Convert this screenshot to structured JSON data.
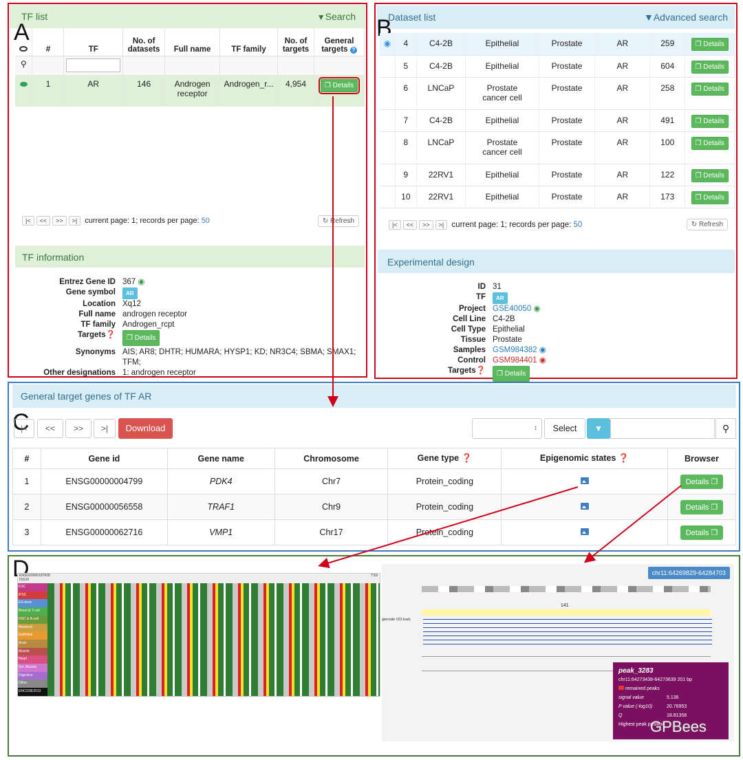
{
  "labels": {
    "a": "A",
    "b": "B",
    "c": "C",
    "d": "D"
  },
  "panelA": {
    "title": "TF list",
    "search": "Search",
    "columns": [
      "#",
      "TF",
      "No. of datasets",
      "Full name",
      "TF family",
      "No. of targets",
      "General targets"
    ],
    "row": {
      "num": "1",
      "tf": "AR",
      "datasets": "146",
      "fullname": "Androgen receptor",
      "family": "Androgen_r...",
      "targets": "4,954",
      "button": "Details"
    },
    "pager": {
      "first": "|<",
      "prev": "<<",
      "next": ">>",
      "last": ">|",
      "text": "current page: 1; records per page:",
      "per": "50",
      "refresh": "Refresh"
    },
    "info_title": "TF information",
    "info": [
      {
        "k": "Entrez Gene ID",
        "v": "367"
      },
      {
        "k": "Gene symbol",
        "v": "AR"
      },
      {
        "k": "Location",
        "v": "Xq12"
      },
      {
        "k": "Full name",
        "v": "androgen receptor"
      },
      {
        "k": "TF family",
        "v": "Androgen_rcpt"
      },
      {
        "k": "Targets",
        "v": "Details"
      },
      {
        "k": "Synonyms",
        "v": "AIS; AR8; DHTR; HUMARA; HYSP1; KD; NR3C4; SBMA; SMAX1; TFM;"
      },
      {
        "k": "Other designations",
        "v": "1: androgen receptor"
      }
    ]
  },
  "panelB": {
    "title": "Dataset list",
    "search": "Advanced search",
    "rows": [
      {
        "id": "4",
        "cell": "C4-2B",
        "type": "Epithelial",
        "tissue": "Prostate",
        "tf": "AR",
        "n": "259",
        "btn": "Details"
      },
      {
        "id": "5",
        "cell": "C4-2B",
        "type": "Epithelial",
        "tissue": "Prostate",
        "tf": "AR",
        "n": "604",
        "btn": "Details"
      },
      {
        "id": "6",
        "cell": "LNCaP",
        "type": "Prostate cancer cell",
        "tissue": "Prostate",
        "tf": "AR",
        "n": "258",
        "btn": "Details"
      },
      {
        "id": "7",
        "cell": "C4-2B",
        "type": "Epithelial",
        "tissue": "Prostate",
        "tf": "AR",
        "n": "491",
        "btn": "Details"
      },
      {
        "id": "8",
        "cell": "LNCaP",
        "type": "Prostate cancer cell",
        "tissue": "Prostate",
        "tf": "AR",
        "n": "100",
        "btn": "Details"
      },
      {
        "id": "9",
        "cell": "22RV1",
        "type": "Epithelial",
        "tissue": "Prostate",
        "tf": "AR",
        "n": "122",
        "btn": "Details"
      },
      {
        "id": "10",
        "cell": "22RV1",
        "type": "Epithelial",
        "tissue": "Prostate",
        "tf": "AR",
        "n": "173",
        "btn": "Details"
      }
    ],
    "pager": {
      "first": "|<",
      "prev": "<<",
      "next": ">>",
      "last": ">|",
      "text": "current page: 1; records per page:",
      "per": "50",
      "refresh": "Refresh"
    },
    "design_title": "Experimental design",
    "design": [
      {
        "k": "ID",
        "v": "31"
      },
      {
        "k": "TF",
        "v": "AR"
      },
      {
        "k": "Project",
        "v": "GSE40050"
      },
      {
        "k": "Cell Line",
        "v": "C4-2B"
      },
      {
        "k": "Cell Type",
        "v": "Epithelial"
      },
      {
        "k": "Tissue",
        "v": "Prostate"
      },
      {
        "k": "Samples",
        "v": "GSM984382"
      },
      {
        "k": "Control",
        "v": "GSM984401"
      },
      {
        "k": "Targets",
        "v": "Details"
      }
    ]
  },
  "panelC": {
    "title": "General target genes of TF AR",
    "toolbar": {
      "first": "|<",
      "prev": "<<",
      "next": ">>",
      "last": ">|",
      "download": "Download",
      "select": "Select"
    },
    "columns": [
      "#",
      "Gene id",
      "Gene name",
      "Chromosome",
      "Gene type",
      "Epigenomic states",
      "Browser"
    ],
    "rows": [
      {
        "n": "1",
        "id": "ENSG00000004799",
        "name": "PDK4",
        "chr": "Chr7",
        "type": "Protein_coding",
        "btn": "Details"
      },
      {
        "n": "2",
        "id": "ENSG00000056558",
        "name": "TRAF1",
        "chr": "Chr9",
        "type": "Protein_coding",
        "btn": "Details"
      },
      {
        "n": "3",
        "id": "ENSG00000062716",
        "name": "VMP1",
        "chr": "Chr17",
        "type": "Protein_coding",
        "btn": "Details"
      }
    ]
  },
  "panelD": {
    "left_top": "ENSG00000187608",
    "left_sub": "ISG15",
    "tss": "TSS",
    "groups": [
      "ESC",
      "iPSC",
      "ES-deriv",
      "Blood & T-cell",
      "HSC & B-cell",
      "Mesench",
      "Epithelial",
      "Brain",
      "Muscle",
      "Heart",
      "Sm. Muscle",
      "Digestive",
      "Other",
      "ENCODE2012"
    ],
    "coord": "chr11:64269829-64284703",
    "track": "gencode V23 track",
    "scale": "141",
    "tooltip": {
      "title": "peak_3283",
      "loc": "chr11:64273438-64273639",
      "bp": "201 bp",
      "legend": "remained peaks",
      "sig_k": "signal value",
      "sig_v": "5.136",
      "p_k": "P value (-log10)",
      "p_v": "20.76953",
      "q_k": "Q",
      "q_v": "18.81358",
      "hi": "Highest peak position"
    },
    "watermark": "GPBees"
  },
  "colors": {
    "red": "#d0021b",
    "blue": "#3c7cc0",
    "green": "#4b7c3a",
    "btn": "#5cb85c",
    "download": "#d9534f",
    "filter": "#5bc0de",
    "tooltip": "#7b1060"
  }
}
